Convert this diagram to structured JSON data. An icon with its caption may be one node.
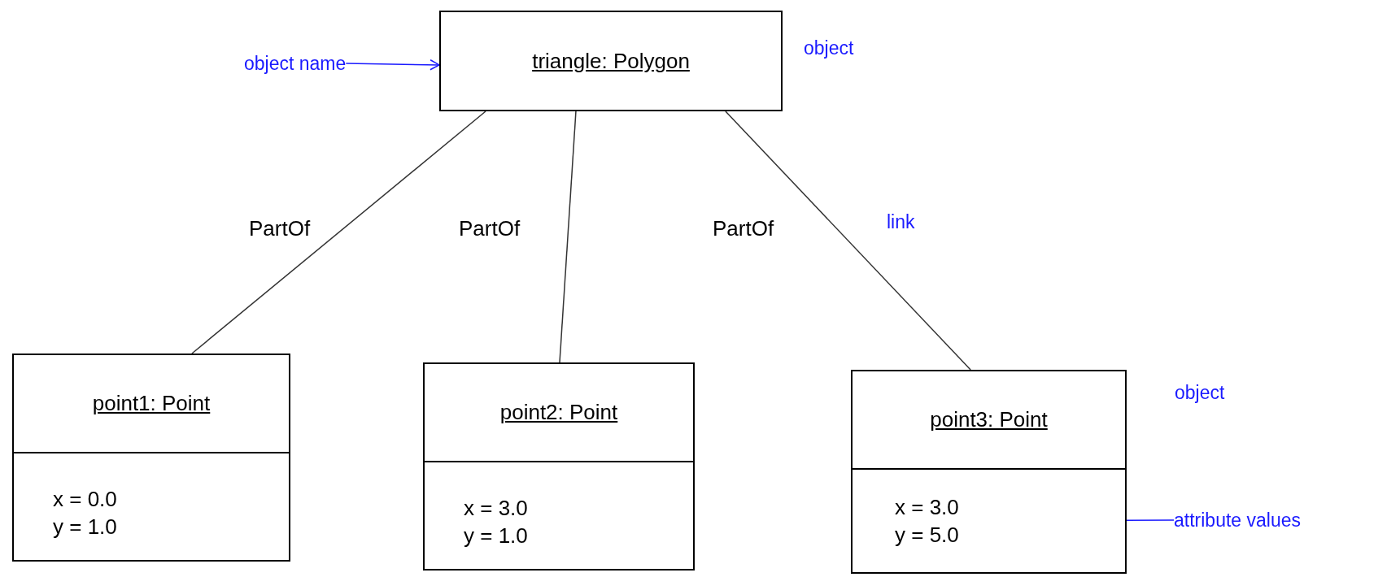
{
  "diagram": {
    "nodes": [
      {
        "text": [
          "triangle: Polygon"
        ]
      },
      {
        "text": [
          "point1: Point"
        ]
      },
      {
        "text": [
          "x = 0.0",
          "y = 1.0"
        ],
        "in": 1
      },
      {
        "text": [
          "point2: Point"
        ]
      },
      {
        "text": [
          "x = 3.0",
          "y = 1.0"
        ],
        "in": 3
      },
      {
        "text": [
          "point3: Point"
        ]
      },
      {
        "text": [
          "x = 3.0",
          "y = 5.0"
        ],
        "in": 5
      },
      {
        "text": [
          "object name"
        ]
      },
      {
        "text": [
          "attribute values"
        ]
      }
    ],
    "edges": [
      {
        "from": 0,
        "to": 1,
        "arrow": "none",
        "label": "PartOf"
      },
      {
        "from": 0,
        "to": 3,
        "arrow": "none",
        "label": "PartOf"
      },
      {
        "from": 0,
        "to": 5,
        "arrow": "none",
        "label": "PartOf"
      },
      {
        "from": 7,
        "to": 0,
        "arrow": "to",
        "color": "#1a1aff"
      },
      {
        "from": 8,
        "to": 6,
        "arrow": "to",
        "color": "#1a1aff"
      }
    ],
    "labels": [
      "object",
      "link",
      "object"
    ]
  }
}
